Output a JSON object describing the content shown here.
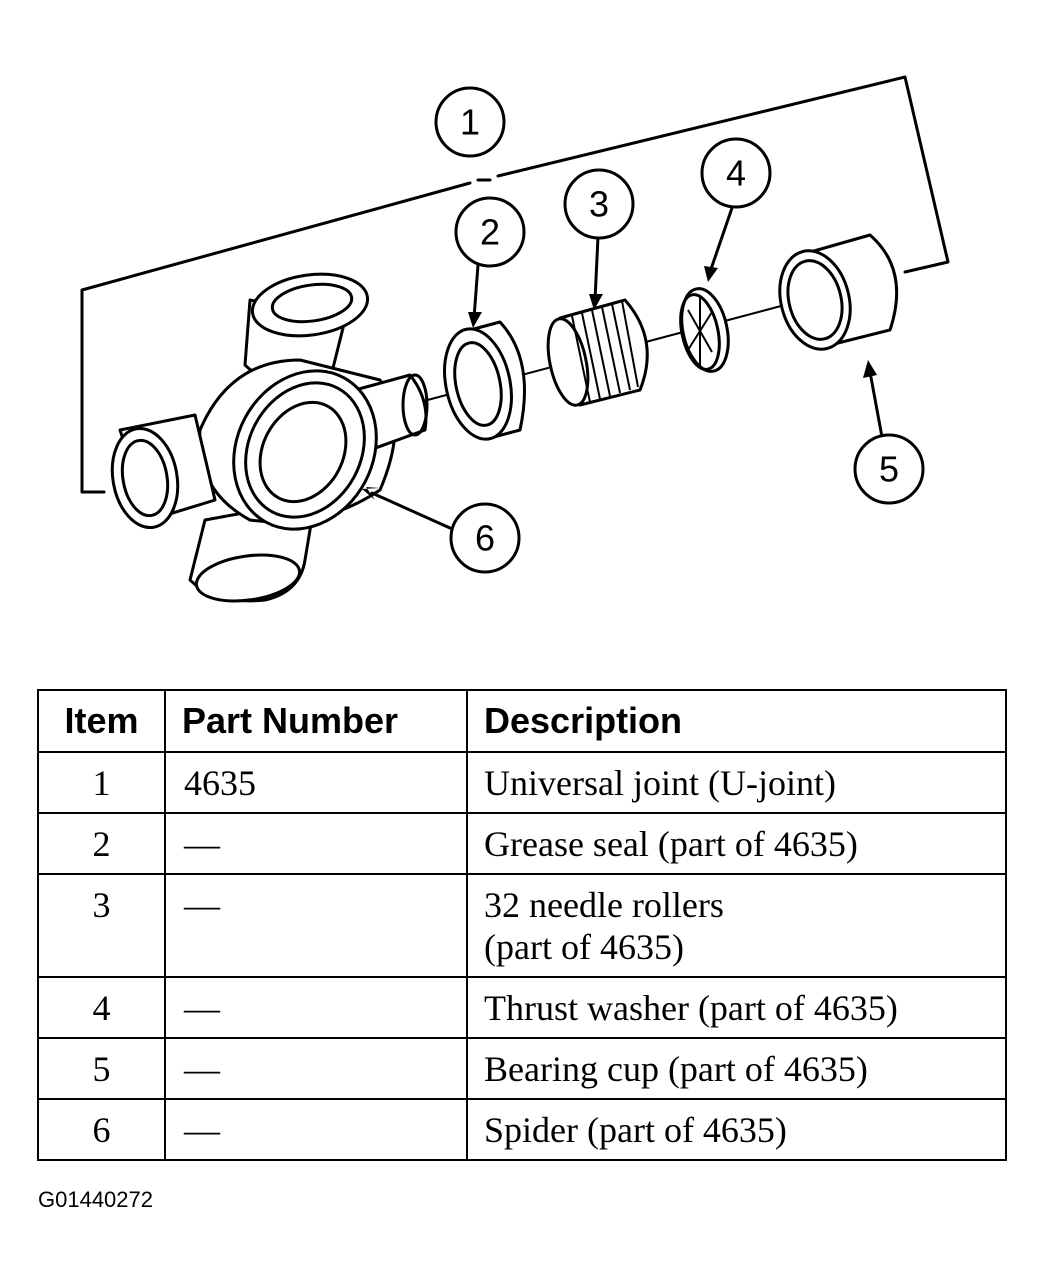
{
  "callouts": [
    "1",
    "2",
    "3",
    "4",
    "5",
    "6"
  ],
  "table": {
    "headers": {
      "item": "Item",
      "part_number": "Part Number",
      "description": "Description"
    },
    "rows": [
      {
        "item": "1",
        "part_number": "4635",
        "description": "Universal joint (U-joint)"
      },
      {
        "item": "2",
        "part_number": "—",
        "description": "Grease seal (part of 4635)"
      },
      {
        "item": "3",
        "part_number": "—",
        "description": "32 needle rollers\n(part of 4635)"
      },
      {
        "item": "4",
        "part_number": "—",
        "description": "Thrust washer (part of 4635)"
      },
      {
        "item": "5",
        "part_number": "—",
        "description": "Bearing cup (part of 4635)"
      },
      {
        "item": "6",
        "part_number": "—",
        "description": "Spider (part of 4635)"
      }
    ]
  },
  "figure_id": "G01440272"
}
